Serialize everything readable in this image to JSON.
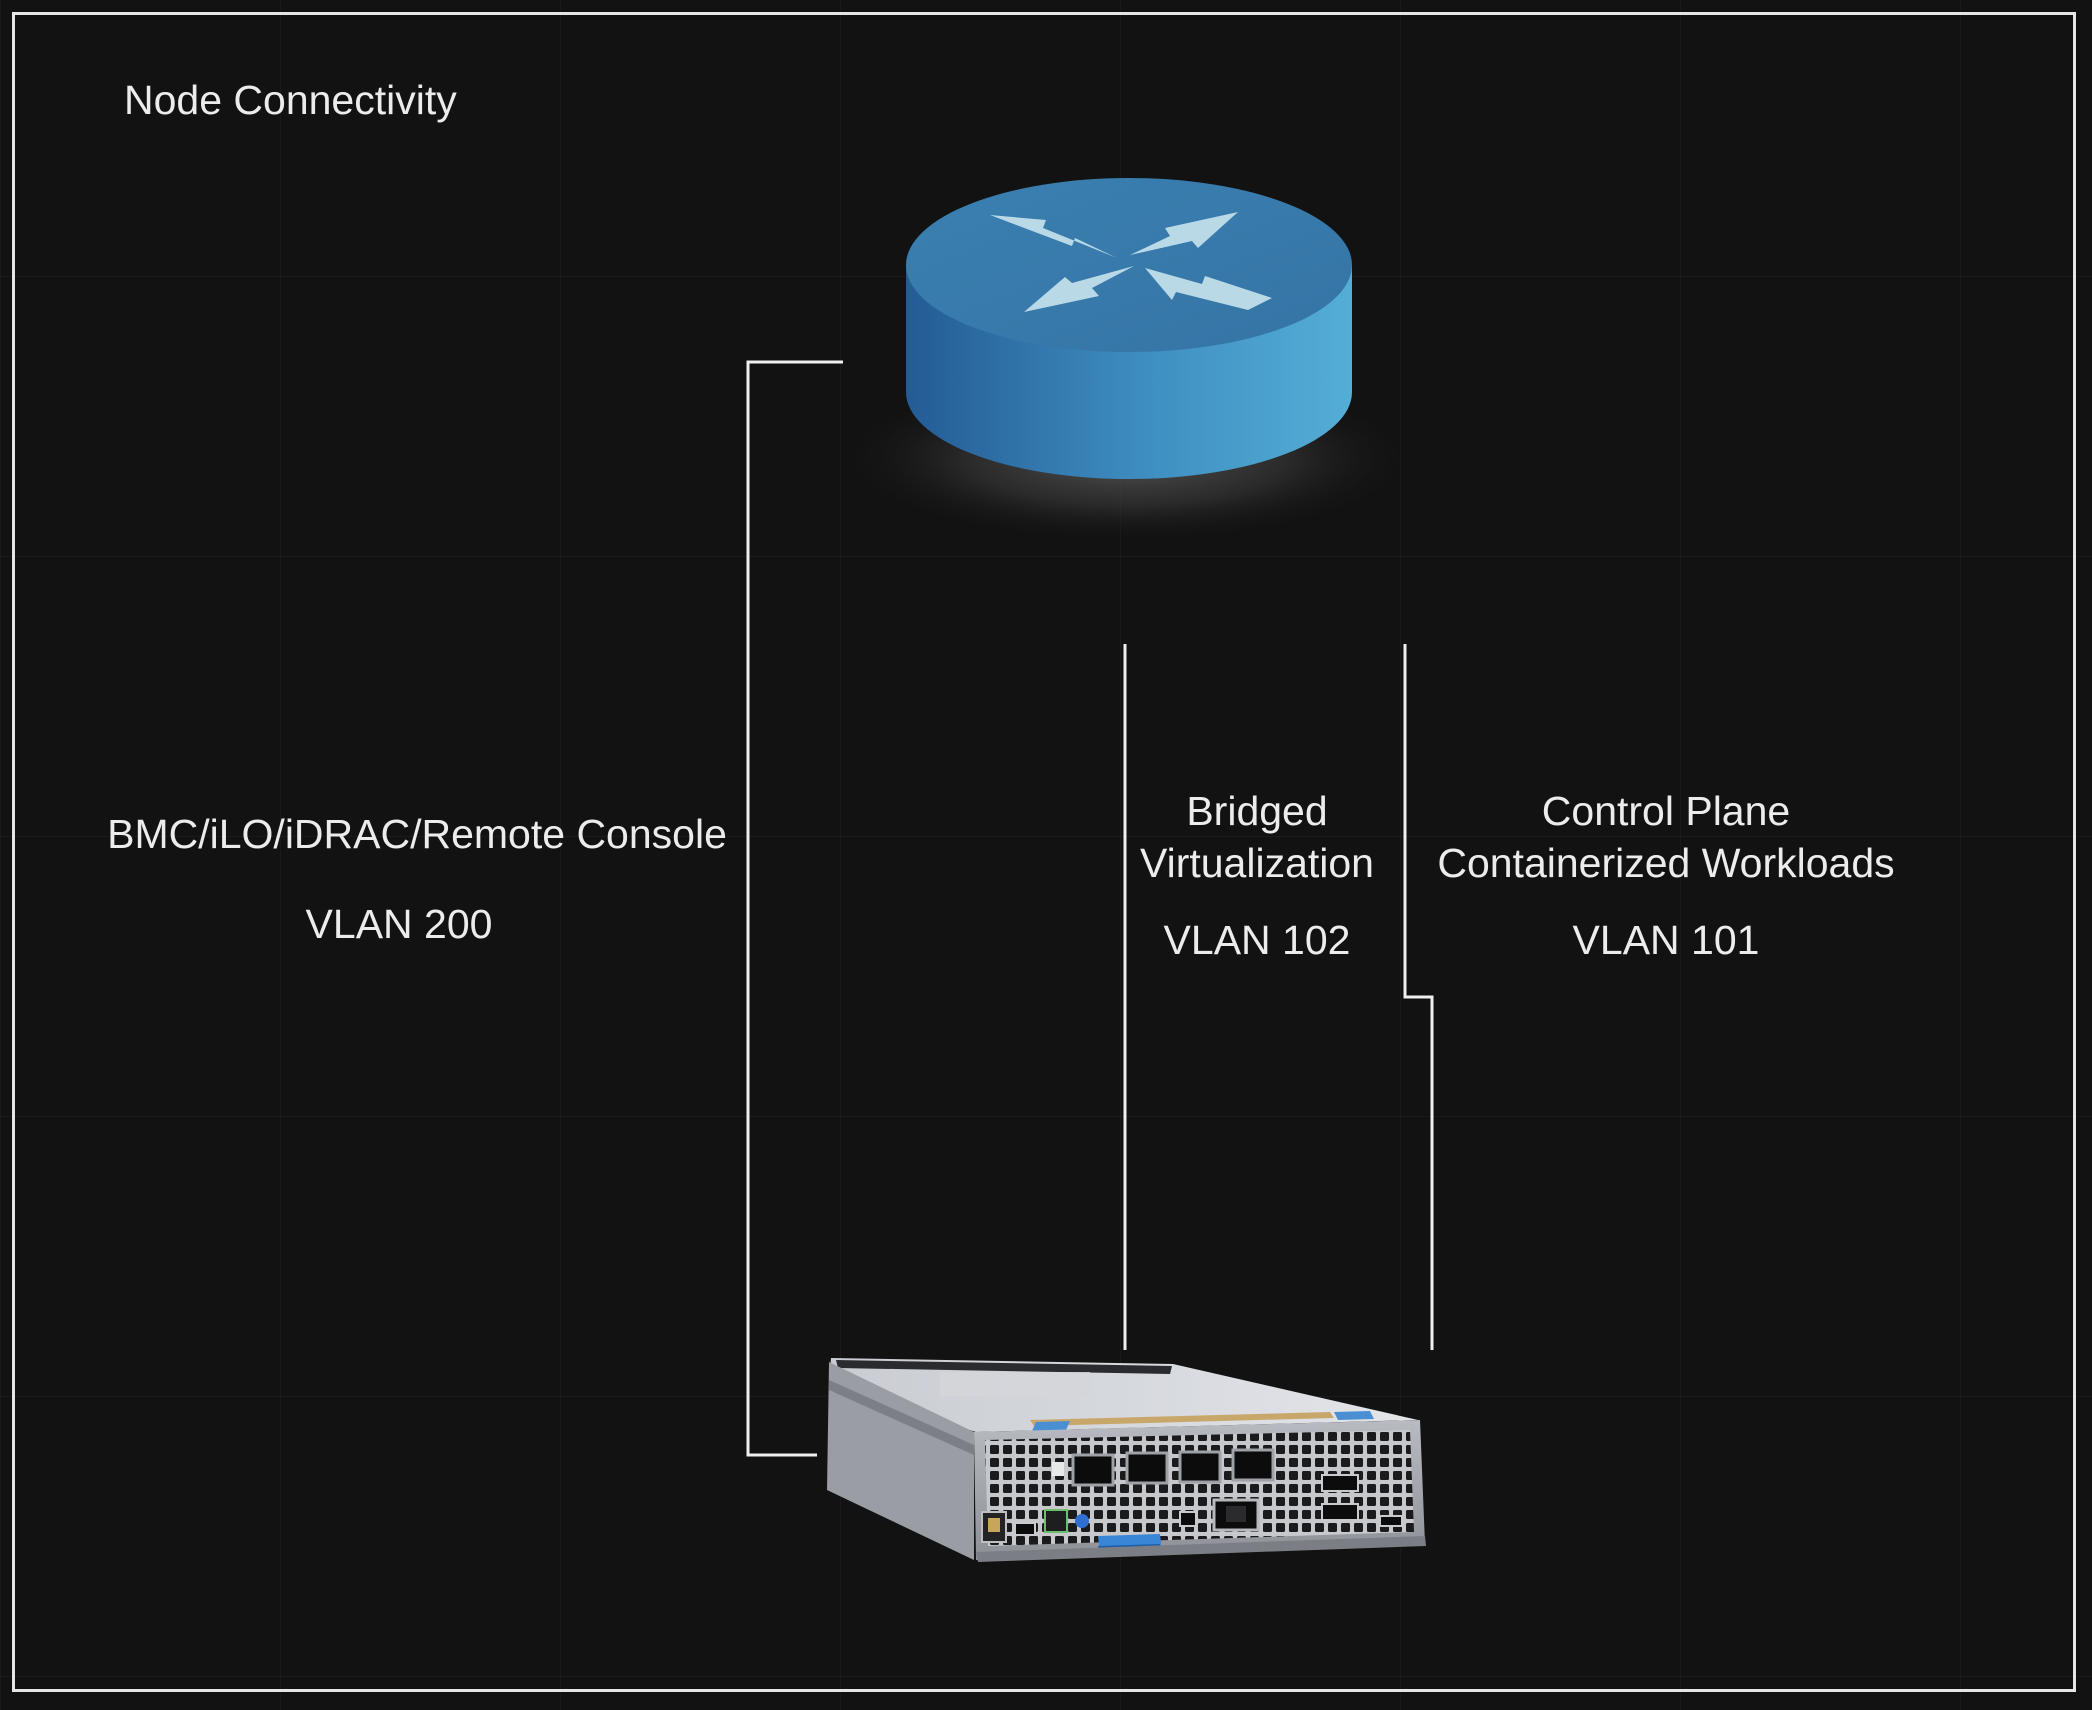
{
  "diagram": {
    "title": "Node Connectivity",
    "colors": {
      "background": "#121212",
      "frame": "#e6e6e6",
      "link": "#f0f0f0",
      "router_top": "#3b7fae",
      "router_side_dark": "#245b94",
      "router_side_light": "#54aed6",
      "router_arrows": "#b9d9e6"
    },
    "nodes": {
      "router": {
        "kind": "router",
        "icon": "router-icon"
      },
      "server": {
        "kind": "server",
        "icon": "server-chassis-icon"
      }
    },
    "links": [
      {
        "id": "bmc",
        "lines": [
          "BMC/iLO/iDRAC/Remote Console"
        ],
        "vlan": "VLAN 200"
      },
      {
        "id": "bridged",
        "lines": [
          "Bridged",
          "Virtualization"
        ],
        "vlan": "VLAN 102"
      },
      {
        "id": "control",
        "lines": [
          "Control Plane",
          "Containerized Workloads"
        ],
        "vlan": "VLAN 101"
      }
    ]
  }
}
